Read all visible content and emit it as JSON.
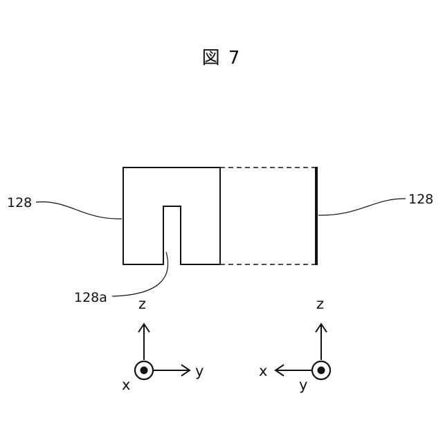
{
  "figure": {
    "title": "図 7"
  },
  "labels": {
    "part_left": "128",
    "part_right": "128",
    "slot": "128a"
  },
  "axes_left": {
    "z": "z",
    "y": "y",
    "x": "x"
  },
  "axes_right": {
    "z": "z",
    "x": "x",
    "y": "y"
  }
}
